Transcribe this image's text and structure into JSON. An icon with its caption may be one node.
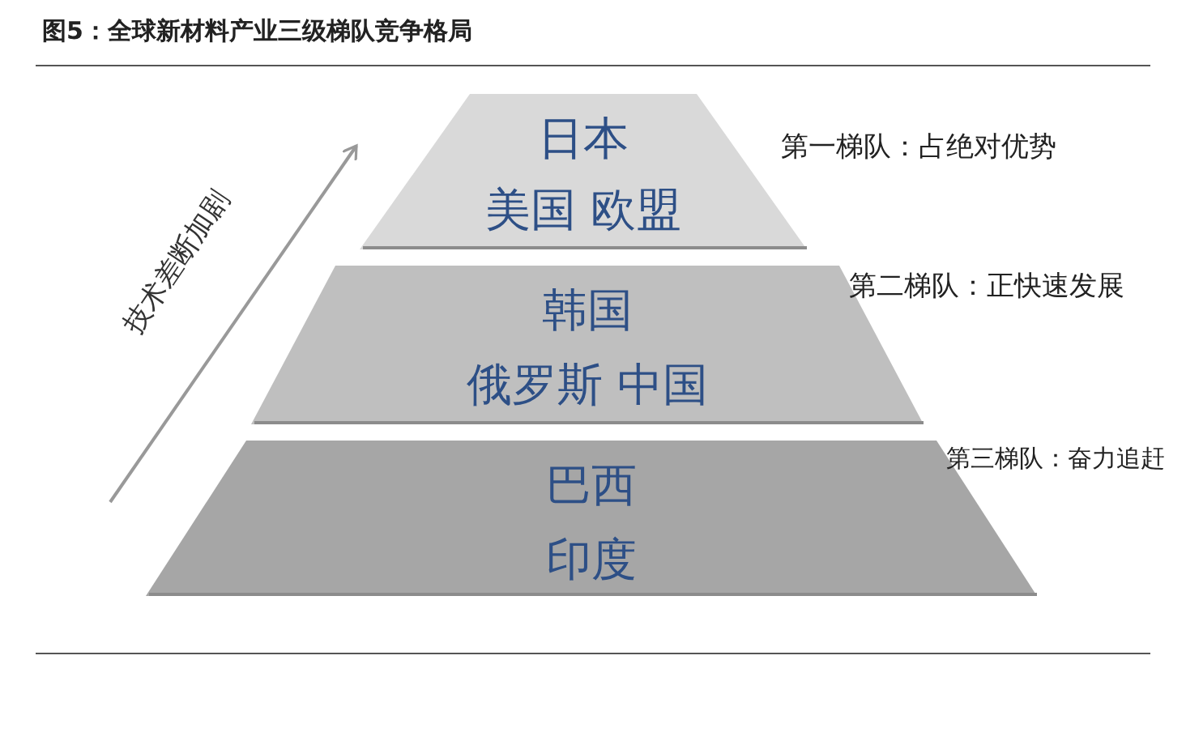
{
  "diagram": {
    "title": "图5：全球新材料产业三级梯队竞争格局",
    "nodes": [
      {
        "text": [
          "日本",
          "美国 欧盟"
        ],
        "beside": [
          "第一梯队：占绝对优势"
        ]
      },
      {
        "text": [
          "韩国",
          "俄罗斯 中国"
        ],
        "beside": [
          "第二梯队：正快速发展"
        ]
      },
      {
        "text": [
          "巴西",
          "印度"
        ],
        "beside": [
          "第三梯队：奋力追赶"
        ]
      }
    ],
    "labels": [
      "技术差断加剧"
    ]
  }
}
